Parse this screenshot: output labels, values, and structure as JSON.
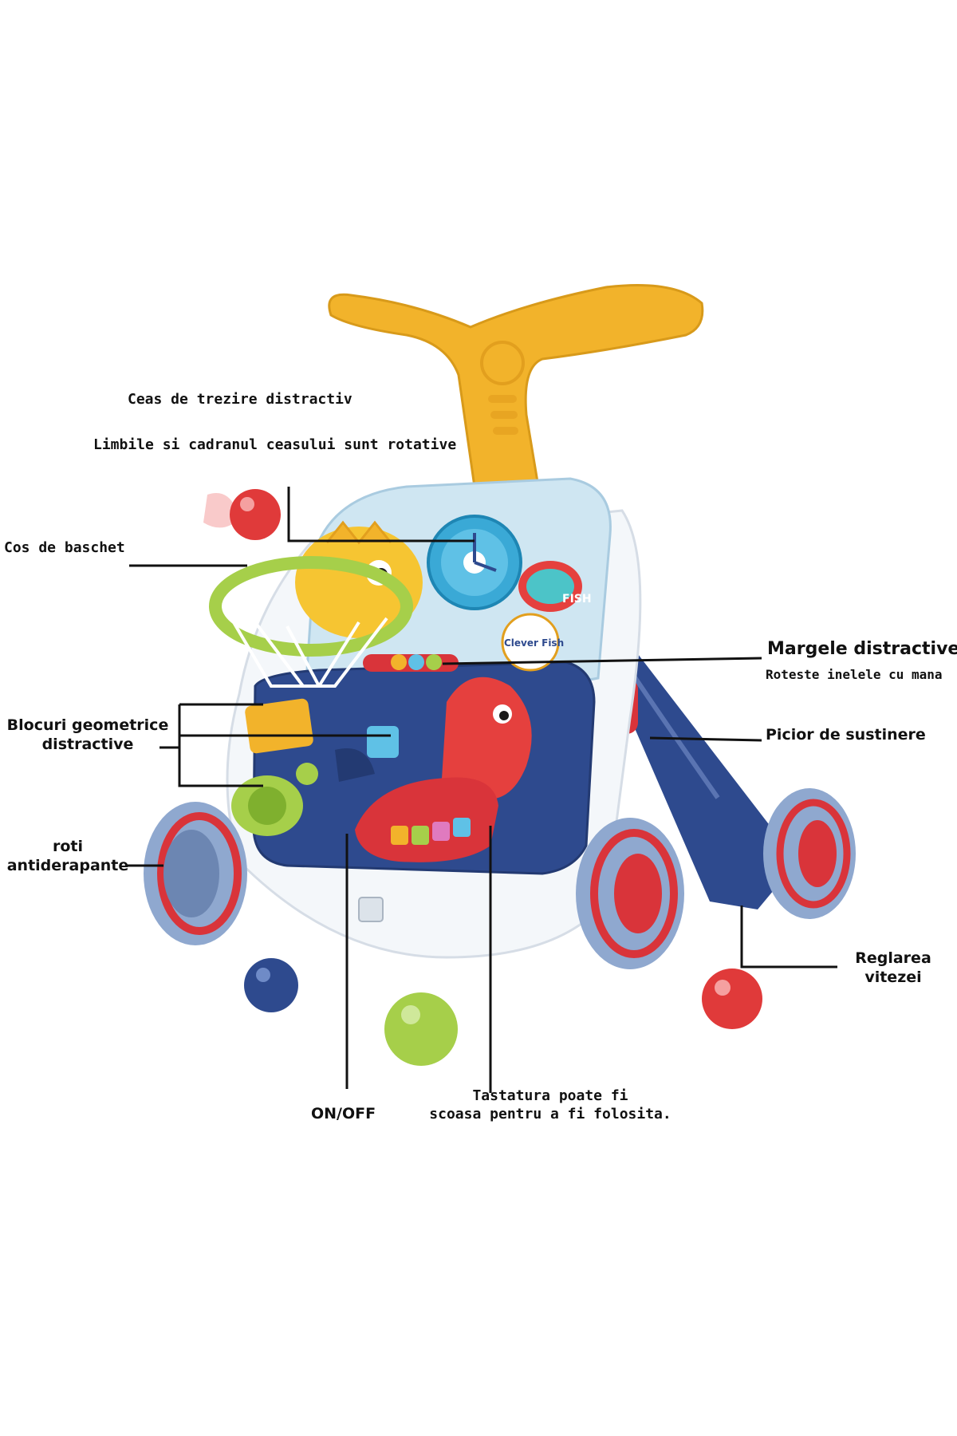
{
  "labels": {
    "alarm_clock": "Ceas de trezire distractiv",
    "clock_hands": "Limbile si cadranul ceasului sunt rotative",
    "basketball_hoop": "Cos de baschet",
    "fun_beads": "Margele distractive",
    "rotate_rings": "Roteste inelele cu mana",
    "geometric_blocks_line1": "Blocuri geometrice",
    "geometric_blocks_line2": "distractive",
    "support_leg": "Picior de sustinere",
    "wheels_line1": "roti",
    "wheels_line2": "antiderapante",
    "speed_line1": "Reglarea",
    "speed_line2": "vitezei",
    "on_off": "ON/OFF",
    "keyboard_line1": "Tastatura poate fi",
    "keyboard_line2": "scoasa pentru a fi folosita."
  },
  "toy_panel": {
    "fish_badge": "FISH",
    "clever_badge": "Clever Fish"
  },
  "colors": {
    "handle_yellow": "#F2B32B",
    "panel_navy": "#2E4A8E",
    "panel_light_blue": "#CFE6F2",
    "wheel_red": "#D9343A",
    "wheel_blue": "#8FA8CF",
    "hoop_green": "#A6CF4A",
    "seahorse_red": "#E5403E",
    "body_white": "#F4F7FA",
    "line_black": "#111111"
  }
}
